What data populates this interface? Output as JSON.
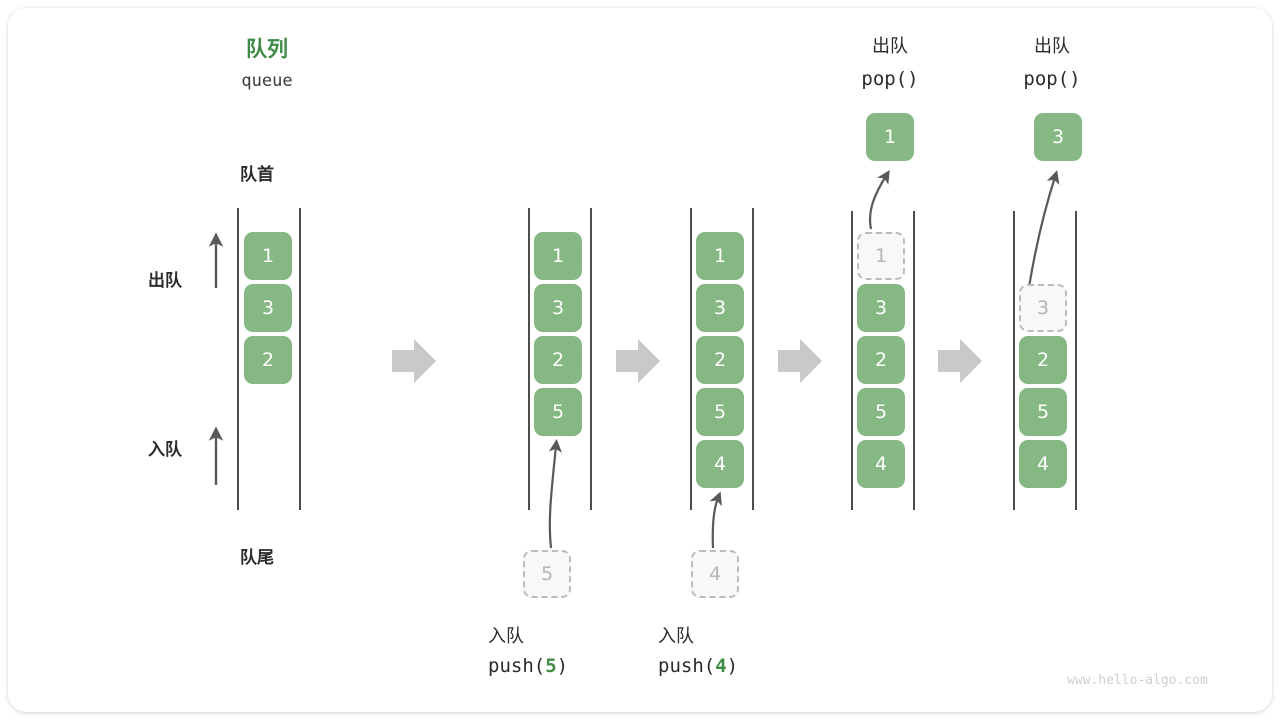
{
  "diagram": {
    "title_cn": "队列",
    "title_en": "queue",
    "front_label": "队首",
    "rear_label": "队尾",
    "dequeue_label": "出队",
    "enqueue_label": "入队",
    "watermark": "www.hello-algo.com",
    "colors": {
      "accent_green": "#3e8c48",
      "cell_green": "#86b884",
      "rail_gray": "#4d4d4d",
      "ghost_fill": "#f8f8f8",
      "ghost_border": "#bcbcbc",
      "arrow_gray": "#c9c9c9",
      "text_dark": "#2b2b2b"
    }
  },
  "stages": [
    {
      "id": "stage-initial",
      "cells": [
        {
          "value": "1",
          "ghost": false
        },
        {
          "value": "3",
          "ghost": false
        },
        {
          "value": "2",
          "ghost": false
        }
      ],
      "op_cn": "",
      "op_code_prefix": "",
      "op_code_arg": "",
      "op_code_suffix": "",
      "incoming": null,
      "popped": null
    },
    {
      "id": "stage-push-5",
      "cells": [
        {
          "value": "1",
          "ghost": false
        },
        {
          "value": "3",
          "ghost": false
        },
        {
          "value": "2",
          "ghost": false
        },
        {
          "value": "5",
          "ghost": false
        }
      ],
      "op_cn": "入队",
      "op_code_prefix": "push(",
      "op_code_arg": "5",
      "op_code_suffix": ")",
      "incoming": "5",
      "popped": null
    },
    {
      "id": "stage-push-4",
      "cells": [
        {
          "value": "1",
          "ghost": false
        },
        {
          "value": "3",
          "ghost": false
        },
        {
          "value": "2",
          "ghost": false
        },
        {
          "value": "5",
          "ghost": false
        },
        {
          "value": "4",
          "ghost": false
        }
      ],
      "op_cn": "入队",
      "op_code_prefix": "push(",
      "op_code_arg": "4",
      "op_code_suffix": ")",
      "incoming": "4",
      "popped": null
    },
    {
      "id": "stage-pop-1",
      "cells": [
        {
          "value": "1",
          "ghost": true
        },
        {
          "value": "3",
          "ghost": false
        },
        {
          "value": "2",
          "ghost": false
        },
        {
          "value": "5",
          "ghost": false
        },
        {
          "value": "4",
          "ghost": false
        }
      ],
      "op_cn": "出队",
      "op_code_prefix": "pop(",
      "op_code_arg": "",
      "op_code_suffix": ")",
      "incoming": null,
      "popped": "1"
    },
    {
      "id": "stage-pop-3",
      "cells": [
        {
          "value": "3",
          "ghost": true
        },
        {
          "value": "2",
          "ghost": false
        },
        {
          "value": "5",
          "ghost": false
        },
        {
          "value": "4",
          "ghost": false
        }
      ],
      "op_cn": "出队",
      "op_code_prefix": "pop(",
      "op_code_arg": "",
      "op_code_suffix": ")",
      "incoming": null,
      "popped": "3"
    }
  ]
}
